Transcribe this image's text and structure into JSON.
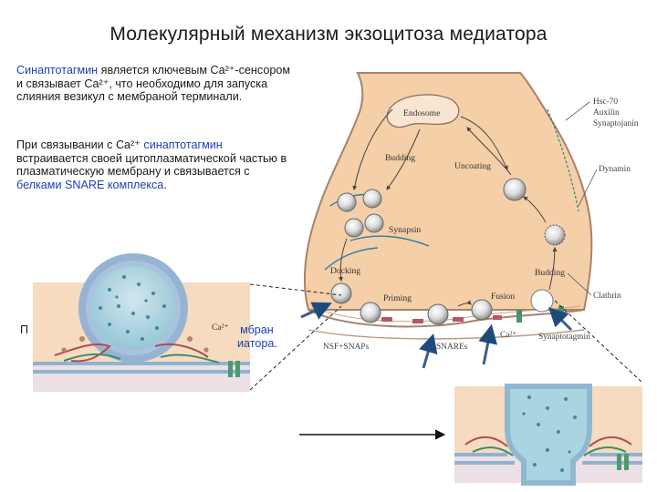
{
  "title": "Молекулярный механизм экзоцитоза медиатора",
  "paragraph1": {
    "term": "Синаптотагмин",
    "text": " является ключевым Ca²⁺-сенсором и связывает Ca²⁺, что необходимо для запуска слияния везикул с мембраной терминали."
  },
  "paragraph2": {
    "text_a": "При связывании с Ca²⁺ ",
    "term1": "синаптотагмин",
    "text_b": " встраивается своей цитоплазматической частью в плазматическую мембрану и связывается с ",
    "term2": "белками SNARE комплекса",
    "text_c": "."
  },
  "paragraph3": {
    "start": "П",
    "term_fragment": "мбран",
    "end_fragment": "иатора",
    "end_punct": "."
  },
  "diagram_labels": {
    "endosome": "Endosome",
    "budding_top": "Budding",
    "uncoating": "Uncoating",
    "synapsin": "Synapsin",
    "docking": "Docking",
    "priming": "Priming",
    "fusion": "Fusion",
    "budding_right": "Budding",
    "clathrin": "Clathrin",
    "dynamin": "Dynamin",
    "hsc70": "Hsc-70",
    "auxilin": "Auxilin",
    "synaptojanin": "Synaptojanin",
    "nsf_snaps": "NSF+SNAPs",
    "snares": "SNAREs",
    "synaptotagmin": "Synaptotagmin",
    "ca_inset": "Ca²⁺",
    "ca_main": "Ca²⁺"
  },
  "colors": {
    "terminal_fill": "#f4cfa8",
    "terminal_stroke": "#a8826a",
    "accent_text": "#1f3fb0",
    "membrane_blue": "#9ec5dd",
    "vesicle_blue": "#a9d4e0",
    "arrow_blue": "#3a5f8c"
  }
}
